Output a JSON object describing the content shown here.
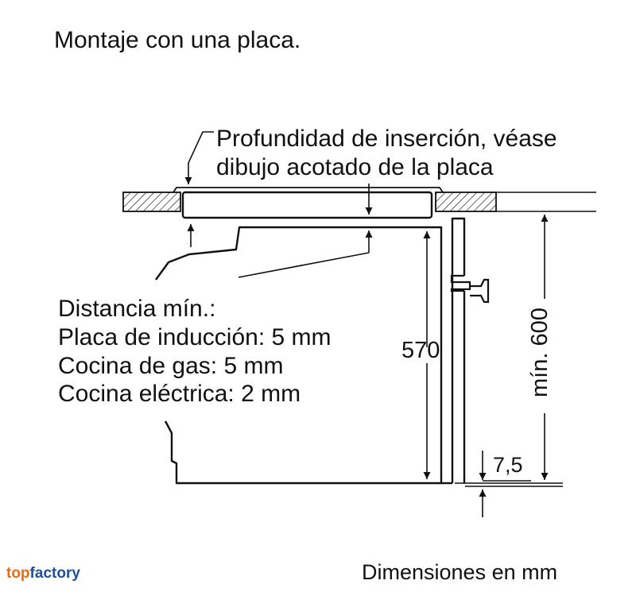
{
  "title": "Montaje con una placa.",
  "insertion_note": [
    "Profundidad de inserción, véase",
    "dibujo acotado de la placa"
  ],
  "distance_lines": [
    "Distancia mín.:",
    "Placa de inducción: 5 mm",
    "Cocina de gas: 5 mm",
    "Cocina eléctrica: 2 mm"
  ],
  "dimensions": {
    "cavity_height": "570",
    "min_height": "mín. 600",
    "offset": "7,5"
  },
  "units_note": "Dimensiones en mm",
  "brand": {
    "part1": "top",
    "part2": "factory",
    "color1": "#ee6b16",
    "color2": "#1e4f97"
  }
}
